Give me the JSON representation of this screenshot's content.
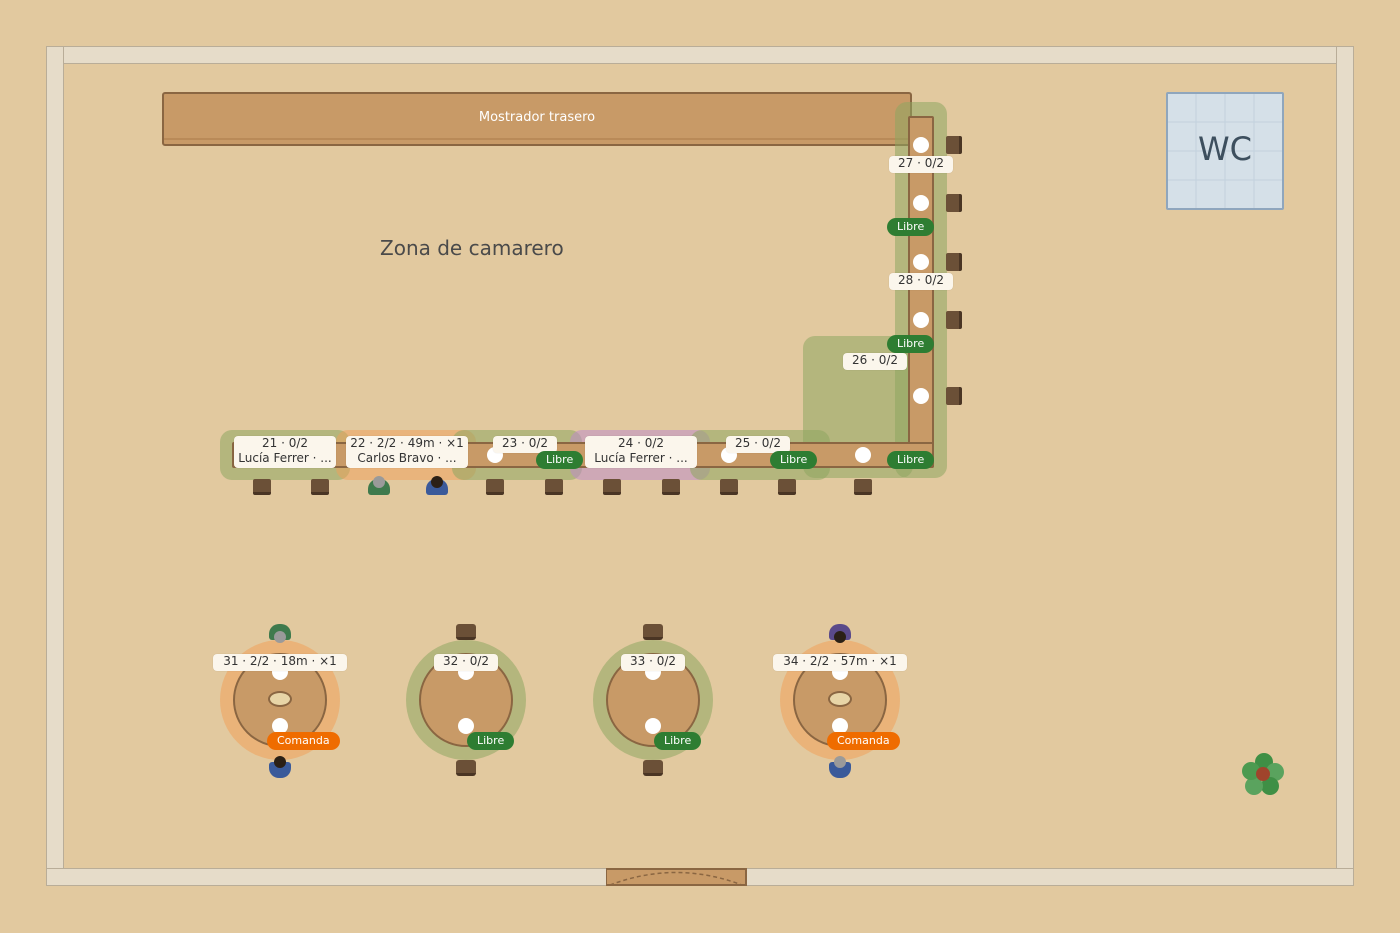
{
  "room": {
    "back_counter_label": "Mostrador trasero",
    "zone_label": "Zona de camarero",
    "wc_label": "WC"
  },
  "status": {
    "free": "Libre",
    "order": "Comanda"
  },
  "colors": {
    "floor": "#e2c99f",
    "wood": "#c89a67",
    "free": "#2e7d32",
    "order": "#ef6c00",
    "label_bg": "#fbf6ec"
  },
  "bar_seats": [
    {
      "id": "27",
      "label": "27 · 0/2",
      "status": "Libre"
    },
    {
      "id": "28",
      "label": "28 · 0/2",
      "status": "Libre"
    },
    {
      "id": "26",
      "label": "26 · 0/2",
      "status": "Libre"
    },
    {
      "id": "21",
      "label": "21 · 0/2",
      "sub": "Lucía Ferrer · ..."
    },
    {
      "id": "22",
      "label": "22 · 2/2 · 49m · ×1",
      "sub": "Carlos Bravo · ..."
    },
    {
      "id": "23",
      "label": "23 · 0/2",
      "status": "Libre"
    },
    {
      "id": "24",
      "label": "24 · 0/2",
      "sub": "Lucía Ferrer · ..."
    },
    {
      "id": "25",
      "label": "25 · 0/2",
      "status": "Libre"
    }
  ],
  "round_tables": [
    {
      "id": "31",
      "label": "31 · 2/2 · 18m · ×1",
      "status": "Comanda"
    },
    {
      "id": "32",
      "label": "32 · 0/2",
      "status": "Libre"
    },
    {
      "id": "33",
      "label": "33 · 0/2",
      "status": "Libre"
    },
    {
      "id": "34",
      "label": "34 · 2/2 · 57m · ×1",
      "status": "Comanda"
    }
  ],
  "icons": {
    "plant": "plant-icon",
    "door": "door-icon"
  }
}
